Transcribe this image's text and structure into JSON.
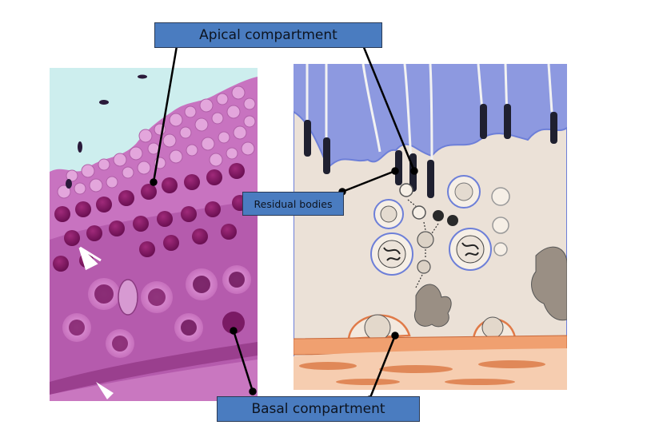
{
  "labels": {
    "apical": "Apical compartment",
    "residual": "Residual bodies",
    "basal": "Basal compartment"
  },
  "colors": {
    "label_fill": "#4a7cc0",
    "label_border": "#2a3a55",
    "histology_bg": "#d8f0f0",
    "histology_tissue": "#b24aa8",
    "drawing_lumen": "#8c9be2",
    "drawing_cytoplasm": "#ece2d8",
    "drawing_basal_lamina": "#f0a070",
    "leader_line": "#000000"
  }
}
